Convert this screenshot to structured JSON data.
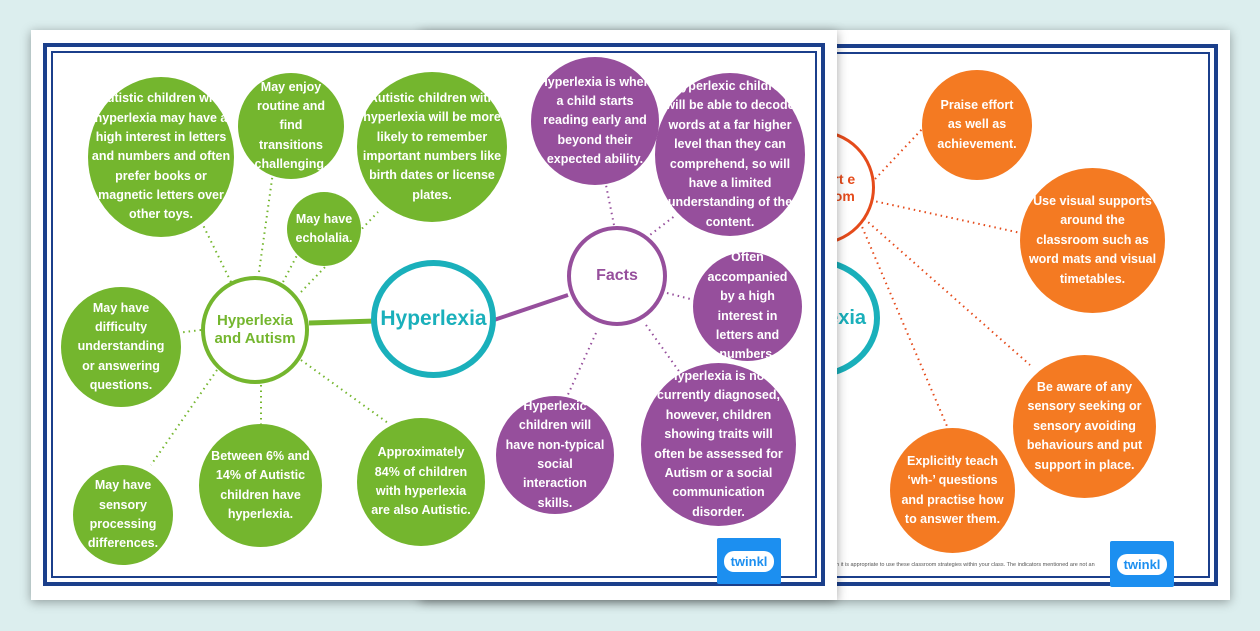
{
  "sheet_front": {
    "center": "Hyperlexia",
    "autism_hub": "Hyperlexia and Autism",
    "facts_hub": "Facts",
    "autism_items": [
      "Autistic children with hyperlexia may have a high interest in letters and numbers and often prefer books or magnetic letters over other toys.",
      "May enjoy routine and find transitions challenging.",
      "May have echolalia.",
      "Autistic children with hyperlexia will be more likely to remember important numbers like birth dates or license plates.",
      "May have difficulty understanding or answering questions.",
      "May have sensory processing differences.",
      "Between 6% and 14% of Autistic children have hyperlexia.",
      "Approximately 84% of children with hyperlexia are also Autistic."
    ],
    "facts_items": [
      "Hyperlexia is when a child starts reading early and beyond their expected ability.",
      "Hyperlexic children will be able to decode words at a far higher level than they can comprehend, so will have a limited understanding of the content.",
      "Often accompanied by a high interest in letters and numbers.",
      "Hyperlexia is not currently diagnosed, however, children showing traits will often be assessed for Autism or a social communication disorder.",
      "Hyperlexic children will have non-typical social interaction skills."
    ],
    "logo": "twinkl"
  },
  "sheet_back": {
    "center_partial": "lexia",
    "support_hub_partial": "ort e oom",
    "support_items": [
      "Praise effort as well as achievement.",
      "Use visual supports around the classroom such as word mats and visual timetables.",
      "Be aware of any sensory seeking or sensory avoiding behaviours and put support in place.",
      "Explicitly teach ‘wh-’ questions and practise how to answer them."
    ],
    "footer_note": "hen it is appropriate to use these classroom strategies within your class. The indicators mentioned are not an",
    "logo": "twinkl"
  },
  "colors": {
    "border": "#1b3f8b",
    "green": "#74b62e",
    "purple": "#964f9c",
    "teal": "#1ab0bb",
    "orange": "#f47a22",
    "red": "#e54b1b",
    "logo": "#1c8ff0"
  }
}
